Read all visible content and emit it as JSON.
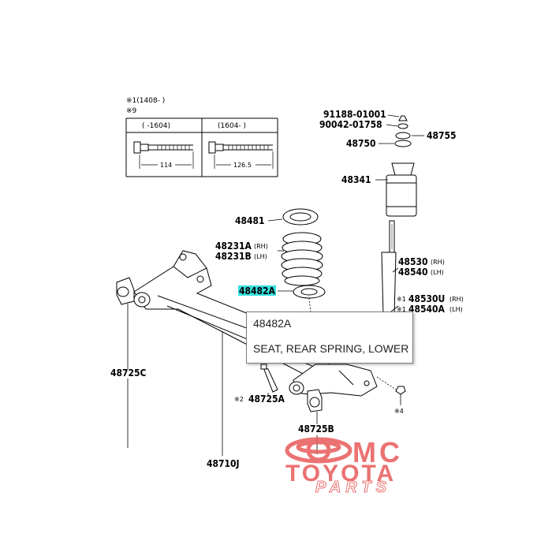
{
  "inset": {
    "note_line1": "※1(1408-      )",
    "note_line2": "※9",
    "col_left": "(      -1604)",
    "col_right": "(1604-      )",
    "dim_left": "114",
    "dim_right": "126.5"
  },
  "labels": {
    "p91188": "91188-01001",
    "p90042": "90042-01758",
    "p48755": "48755",
    "p48750": "48750",
    "p48341": "48341",
    "p48481": "48481",
    "p48231a": "48231A",
    "p48231a_side": "(RH)",
    "p48231b": "48231B",
    "p48231b_side": "(LH)",
    "p48482a": "48482A",
    "p48530": "48530",
    "p48530_side": "(RH)",
    "p48540": "48540",
    "p48540_side": "(LH)",
    "p48530u": "48530U",
    "p48530u_side": "(RH)",
    "p48540a": "48540A",
    "p48540a_side": "(LH)",
    "mark1a": "※1",
    "mark1b": "※1",
    "p48725c": "48725C",
    "mark2": "※2",
    "p48725a": "48725A",
    "p48725b": "48725B",
    "p48710j": "48710J",
    "mark4": "※4"
  },
  "tooltip": {
    "code": "48482A",
    "description": "SEAT, REAR SPRING, LOWER"
  },
  "watermark": {
    "line1": "MC",
    "line2": "TOYOTA",
    "line3": "PARTS"
  },
  "colors": {
    "highlight": "#36e0e0",
    "watermark_red": "#e85a5a",
    "line": "#000000"
  }
}
